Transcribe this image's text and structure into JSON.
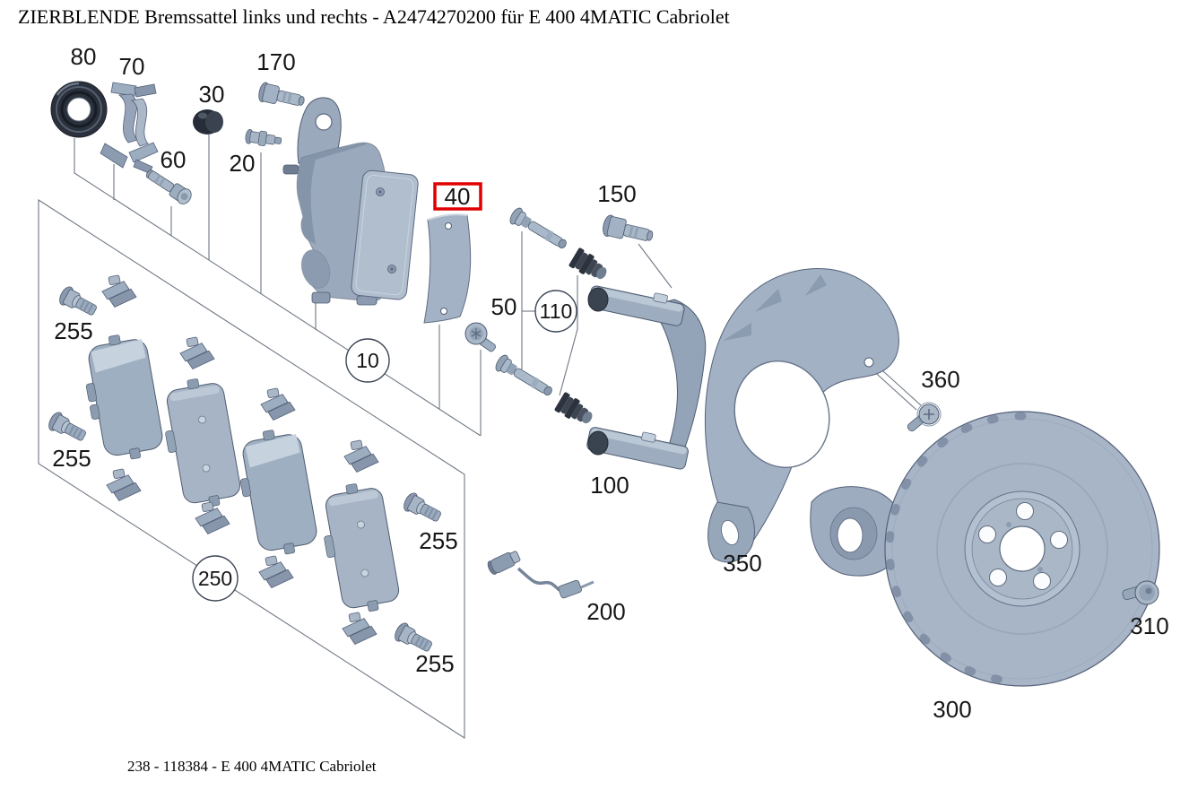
{
  "title": "ZIERBLENDE Bremssattel links und rechts - A2474270200 für E 400 4MATIC Cabriolet",
  "footer": "238 - 118384 - E 400 4MATIC Cabriolet",
  "highlight": {
    "box_color": "#e10000",
    "highlighted_callout": "40"
  },
  "palette": {
    "part_fill": "#a6b4c6",
    "part_outline": "#4e5c70",
    "rubber_dark": "#2d333e",
    "leader_line": "#6f7885"
  },
  "callouts": {
    "c10": "10",
    "c20": "20",
    "c30": "30",
    "c40": "40",
    "c50": "50",
    "c60": "60",
    "c70": "70",
    "c80": "80",
    "c100": "100",
    "c110": "110",
    "c150": "150",
    "c170": "170",
    "c200": "200",
    "c250": "250",
    "c255": "255",
    "c300": "300",
    "c310": "310",
    "c350": "350",
    "c360": "360"
  }
}
